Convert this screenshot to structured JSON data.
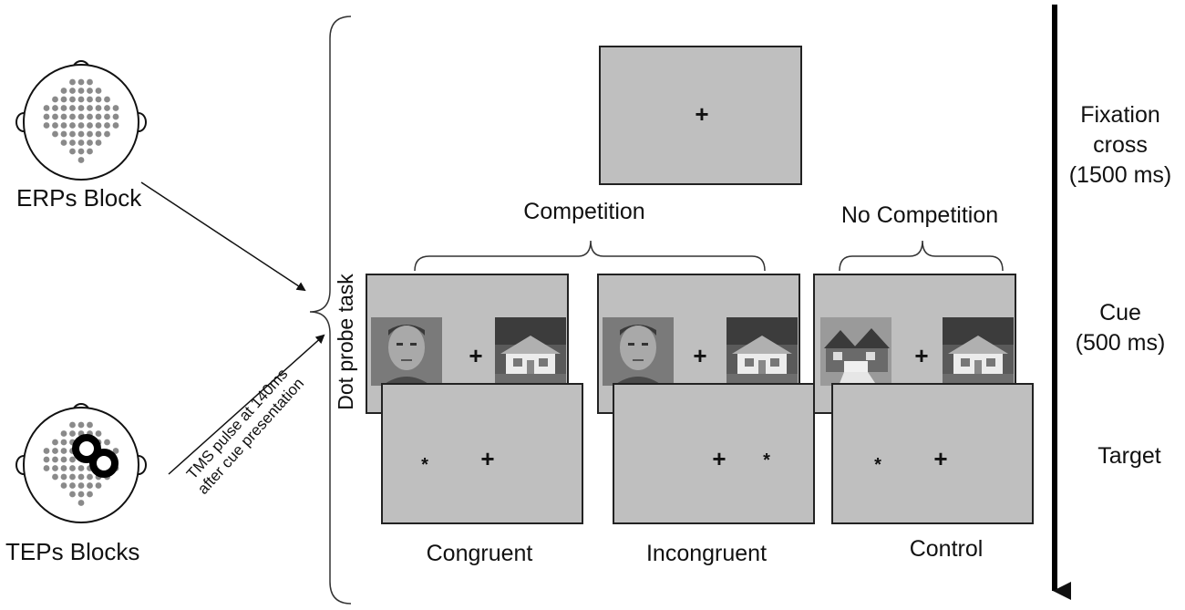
{
  "blocks": {
    "erps_label": "ERPs Block",
    "teps_label": "TEPs Blocks",
    "tms_line1": "TMS pulse at 140ms",
    "tms_line2": "after cue presentation"
  },
  "task_label": "Dot probe task",
  "groups": {
    "competition": "Competition",
    "no_competition": "No Competition"
  },
  "conditions": [
    "Congruent",
    "Incongruent",
    "Control"
  ],
  "timeline": {
    "fixation_line1": "Fixation",
    "fixation_line2": "cross",
    "fixation_line3": "(1500 ms)",
    "cue_line1": "Cue",
    "cue_line2": "(500 ms)",
    "target": "Target"
  },
  "symbols": {
    "cross": "+",
    "star": "*"
  },
  "colors": {
    "screen": "#bfbfbf",
    "ink": "#111111",
    "electrode": "#8a8a8a"
  }
}
